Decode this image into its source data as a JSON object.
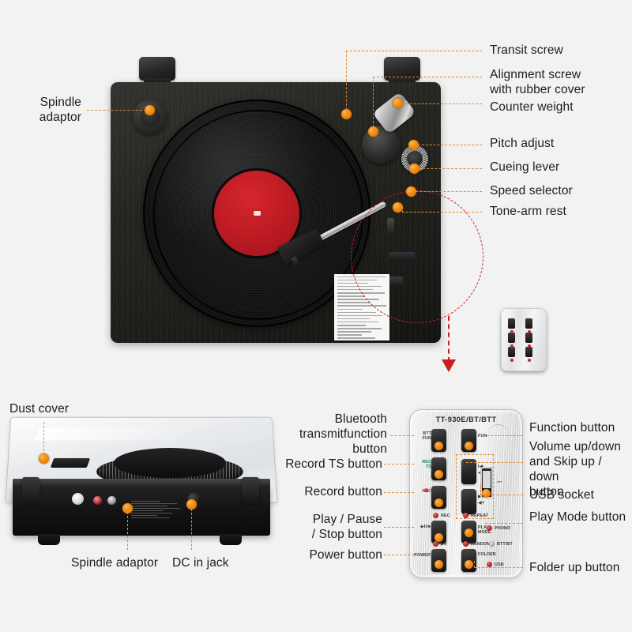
{
  "page": {
    "background_color": "#f2f2f2",
    "accent_color": "#e8850c",
    "callout_color": "#cc1d1d",
    "dash_color": "#e08a33"
  },
  "top_diagram": {
    "left_labels": [
      {
        "id": "spindle-adaptor",
        "text": "Spindle\nadaptor"
      }
    ],
    "right_labels": [
      {
        "id": "transit-screw",
        "text": "Transit screw"
      },
      {
        "id": "alignment-screw",
        "text": "Alignment screw\nwith rubber cover"
      },
      {
        "id": "counter-weight",
        "text": "Counter weight"
      },
      {
        "id": "pitch-adjust",
        "text": "Pitch adjust"
      },
      {
        "id": "cueing-lever",
        "text": "Cueing lever"
      },
      {
        "id": "speed-selector",
        "text": "Speed selector"
      },
      {
        "id": "tone-arm-rest",
        "text": "Tone-arm rest"
      }
    ]
  },
  "bottom_left_diagram": {
    "labels": [
      {
        "id": "dust-cover",
        "text": "Dust cover"
      },
      {
        "id": "spindle-adaptor",
        "text": "Spindle adaptor"
      },
      {
        "id": "dc-in-jack",
        "text": "DC in jack"
      }
    ]
  },
  "remote": {
    "model": "TT-930E/BT/BTT",
    "left_labels": [
      {
        "id": "bluetooth-transmit",
        "text": "Bluetooth\ntransmitfunction\nbutton"
      },
      {
        "id": "record-ts",
        "text": "Record TS button"
      },
      {
        "id": "record",
        "text": "Record button"
      },
      {
        "id": "play-pause-stop",
        "text": "Play / Pause\n/ Stop button"
      },
      {
        "id": "power",
        "text": "Power button"
      }
    ],
    "right_labels": [
      {
        "id": "function",
        "text": "Function button"
      },
      {
        "id": "volume-skip",
        "text": "Volume up/down\nand Skip up / down\nbutton"
      },
      {
        "id": "usb-socket",
        "text": "USB socket"
      },
      {
        "id": "play-mode",
        "text": "Play Mode button"
      },
      {
        "id": "folder-up",
        "text": "Folder up button"
      }
    ],
    "button_markings": [
      {
        "id": "btt-fun",
        "text": "BTT\nFUN"
      },
      {
        "id": "rec-ts",
        "text": "REC\nTS"
      },
      {
        "id": "rec",
        "text": "REC"
      },
      {
        "id": "play-pause-stop",
        "text": "▶II/■"
      },
      {
        "id": "power",
        "text": "POWER"
      },
      {
        "id": "fun",
        "text": "FUN"
      },
      {
        "id": "skip-prev-vol-down",
        "text": "I◀\n◀–"
      },
      {
        "id": "skip-next-vol-up",
        "text": "▶I\n◀+"
      },
      {
        "id": "play-mode",
        "text": "PLAY\nMODE"
      },
      {
        "id": "folder",
        "text": "FOLDER"
      }
    ],
    "indicators": [
      {
        "id": "rec-led",
        "text": "REC"
      },
      {
        "id": "repeat-led",
        "text": "REPEAT"
      },
      {
        "id": "phono-led",
        "text": "PHONO"
      },
      {
        "id": "playpause-led",
        "text": "▶II"
      },
      {
        "id": "random-led",
        "text": "RANDOM"
      },
      {
        "id": "bt-led",
        "text": "BTT/BT"
      },
      {
        "id": "usb-led",
        "text": "USB"
      }
    ]
  }
}
